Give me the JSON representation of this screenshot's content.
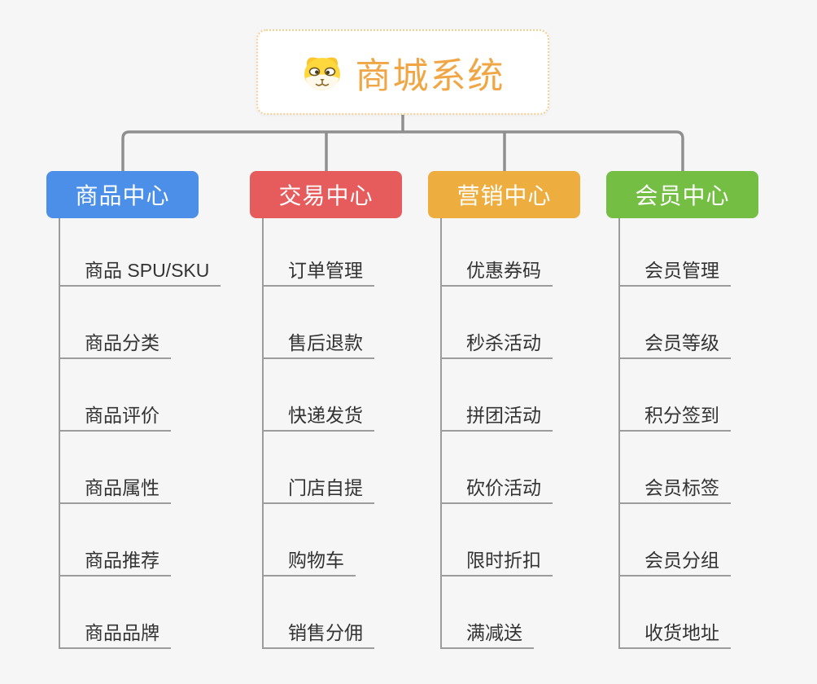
{
  "root": {
    "title": "商城系统",
    "icon": "dog-icon",
    "text_color": "#F0A644",
    "border_color": "#F6CE90",
    "background": "#FFFFFF"
  },
  "branches": [
    {
      "label": "商品中心",
      "color": "#4B8FE8",
      "items": [
        "商品 SPU/SKU",
        "商品分类",
        "商品评价",
        "商品属性",
        "商品推荐",
        "商品品牌"
      ]
    },
    {
      "label": "交易中心",
      "color": "#E65C5C",
      "items": [
        "订单管理",
        "售后退款",
        "快递发货",
        "门店自提",
        "购物车",
        "销售分佣"
      ]
    },
    {
      "label": "营销中心",
      "color": "#EDAE3F",
      "items": [
        "优惠券码",
        "秒杀活动",
        "拼团活动",
        "砍价活动",
        "限时折扣",
        "满减送"
      ]
    },
    {
      "label": "会员中心",
      "color": "#74BF43",
      "items": [
        "会员管理",
        "会员等级",
        "积分签到",
        "会员标签",
        "会员分组",
        "收货地址"
      ]
    }
  ],
  "colors": {
    "connector": "#8F8F8F",
    "item_line": "#9C9C9C",
    "header_text": "#FFFFFF",
    "item_text": "#333333",
    "page_background": "#F6F6F7"
  }
}
